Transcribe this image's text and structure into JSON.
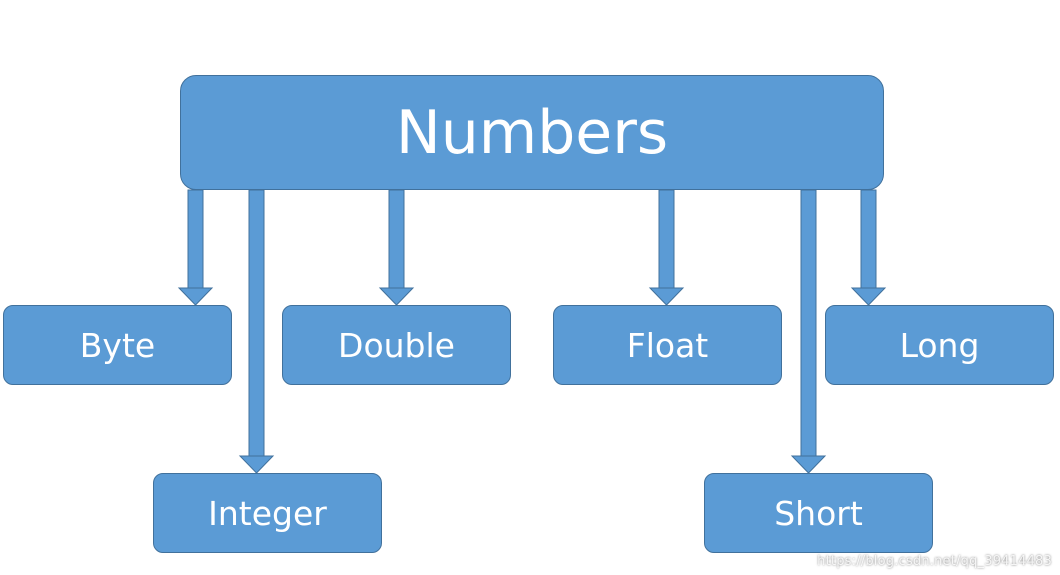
{
  "diagram": {
    "root": {
      "label": "Numbers"
    },
    "children": {
      "byte": {
        "label": "Byte"
      },
      "double": {
        "label": "Double"
      },
      "float": {
        "label": "Float"
      },
      "long": {
        "label": "Long"
      },
      "integer": {
        "label": "Integer"
      },
      "short": {
        "label": "Short"
      }
    },
    "edges": [
      {
        "from": "Numbers",
        "to": "Byte"
      },
      {
        "from": "Numbers",
        "to": "Integer"
      },
      {
        "from": "Numbers",
        "to": "Double"
      },
      {
        "from": "Numbers",
        "to": "Float"
      },
      {
        "from": "Numbers",
        "to": "Short"
      },
      {
        "from": "Numbers",
        "to": "Long"
      }
    ]
  },
  "colors": {
    "box_fill": "#5b9bd5",
    "box_border": "#41719c",
    "arrow": "#5b9bd5",
    "text": "#ffffff"
  },
  "watermark": "https://blog.csdn.net/qq_39414483"
}
